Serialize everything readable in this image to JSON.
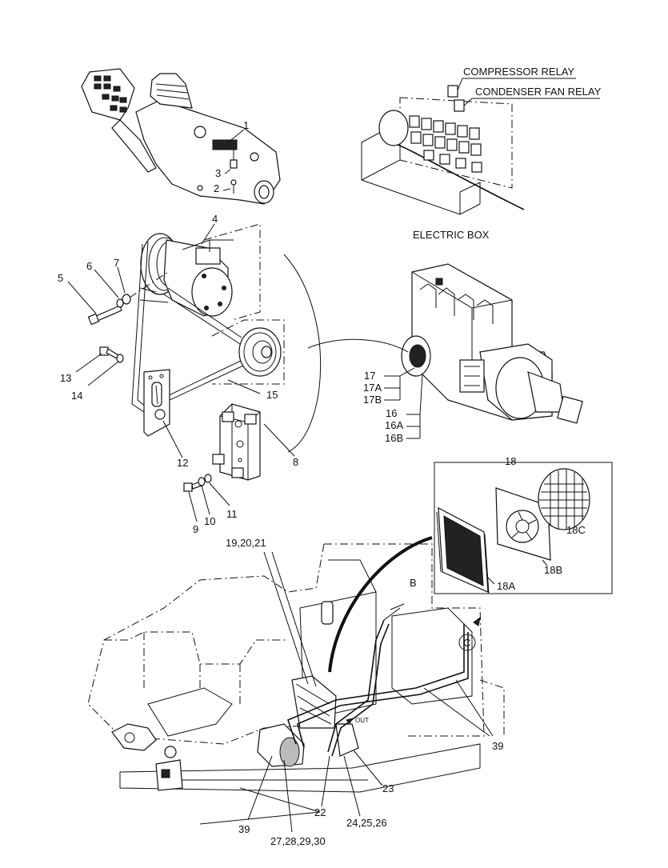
{
  "labels": {
    "compressor_relay": "COMPRESSOR  RELAY",
    "condenser_fan_relay": "CONDENSER FAN RELAY",
    "electric_box": "ELECTRIC BOX",
    "n1": "1",
    "n2": "2",
    "n3": "3",
    "n4": "4",
    "n5": "5",
    "n6": "6",
    "n7": "7",
    "n8": "8",
    "n9": "9",
    "n10": "10",
    "n11": "11",
    "n12": "12",
    "n13": "13",
    "n14": "14",
    "n15": "15",
    "n16": "16",
    "n16a": "16A",
    "n16b": "16B",
    "n17": "17",
    "n17a": "17A",
    "n17b": "17B",
    "n18": "18",
    "n18a": "18A",
    "n18b": "18B",
    "n18c": "18C",
    "n19_21": "19,20,21",
    "n22": "22",
    "n23": "23",
    "n24_26": "24,25,26",
    "n27_30": "27,28,29,30",
    "n39a": "39",
    "n39b": "39",
    "ref_b": "B",
    "ref_c": "C",
    "out": "OUT"
  }
}
